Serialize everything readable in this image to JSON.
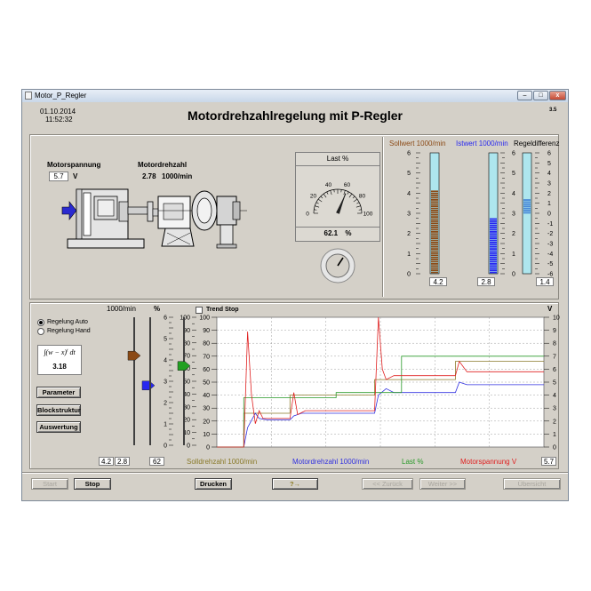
{
  "window": {
    "title": "Motor_P_Regler",
    "date": "01.10.2014",
    "time": "11:52:32",
    "title_main": "Motordrehzahlregelung mit P-Regler",
    "version": "3.5"
  },
  "motor": {
    "spannung_label": "Motorspannung",
    "spannung_value": "5.7",
    "spannung_unit": "V",
    "drehzahl_label": "Motordrehzahl",
    "drehzahl_value": "2.78",
    "drehzahl_unit": "1000/min"
  },
  "last": {
    "title": "Last %",
    "value": "62.1",
    "unit": "%",
    "scale": [
      "0",
      "20",
      "40",
      "60",
      "80",
      "100"
    ],
    "level": 62.1
  },
  "bars": {
    "sollwert": {
      "label": "Sollwert 1000/min",
      "value": "4.2",
      "level": 4.2,
      "color": "#8b4a16"
    },
    "istwert": {
      "label": "Istwert 1000/min",
      "value": "2.8",
      "level": 2.8,
      "color": "#2727f0"
    },
    "regeldiff": {
      "label": "Regeldifferenz",
      "value": "1.4",
      "level": 1.4,
      "color": "#4a8ad8"
    },
    "scale_0_6": [
      "6",
      "5",
      "4",
      "3",
      "2",
      "1",
      "0"
    ],
    "scale_pm6": [
      "6",
      "5",
      "4",
      "3",
      "2",
      "1",
      "0",
      "-1",
      "-2",
      "-3",
      "-4",
      "-5",
      "-6"
    ]
  },
  "control": {
    "mode_auto": "Regelung Auto",
    "mode_hand": "Regelung Hand",
    "integral_value": "3.18",
    "btn_parameter": "Parameter",
    "btn_blockstruktur": "Blockstruktur",
    "btn_auswertung": "Auswertung",
    "unit_rpm": "1000/min",
    "unit_pct": "%",
    "unit_v": "V",
    "slider_soll": "4.2",
    "slider_ist": "2.8",
    "slider_last": "62",
    "slider_v": "5.7",
    "trend_stop": "Trend Stop",
    "scale_0_6": [
      "6",
      "5",
      "4",
      "3",
      "2",
      "1",
      "0"
    ],
    "scale_0_100": [
      "100",
      "90",
      "80",
      "70",
      "60",
      "50",
      "40",
      "30",
      "20",
      "10",
      "0"
    ],
    "scale_0_10": [
      "10",
      "9",
      "8",
      "7",
      "6",
      "5",
      "4",
      "3",
      "2",
      "1",
      "0"
    ]
  },
  "legend": {
    "soll": "Solldrehzahl 1000/min",
    "ist": "Motordrehzahl 1000/min",
    "last": "Last %",
    "spannung": "Motorspannung V"
  },
  "chart_data": {
    "type": "line",
    "ylim": [
      0,
      100
    ],
    "y2lim": [
      0,
      10
    ],
    "series": [
      {
        "name": "Solldrehzahl 1000/min",
        "color": "#8a7a2a",
        "points": [
          [
            0,
            0
          ],
          [
            7,
            0
          ],
          [
            7,
            26
          ],
          [
            19,
            26
          ],
          [
            19,
            40
          ],
          [
            41,
            40
          ],
          [
            41,
            52
          ],
          [
            62,
            52
          ],
          [
            62,
            66
          ],
          [
            85,
            66
          ]
        ]
      },
      {
        "name": "Motordrehzahl 1000/min",
        "color": "#3030e0",
        "points": [
          [
            0,
            0
          ],
          [
            7,
            0
          ],
          [
            8,
            15
          ],
          [
            10,
            26
          ],
          [
            11,
            22
          ],
          [
            13,
            21
          ],
          [
            19,
            21
          ],
          [
            20,
            24
          ],
          [
            22,
            26
          ],
          [
            41,
            26
          ],
          [
            42,
            40
          ],
          [
            44,
            45
          ],
          [
            46,
            42
          ],
          [
            62,
            42
          ],
          [
            63,
            50
          ],
          [
            65,
            48
          ],
          [
            85,
            48
          ]
        ]
      },
      {
        "name": "Last %",
        "color": "#2a9a2a",
        "points": [
          [
            0,
            0
          ],
          [
            7,
            0
          ],
          [
            7,
            38
          ],
          [
            31,
            38
          ],
          [
            31,
            42
          ],
          [
            48,
            42
          ],
          [
            48,
            70
          ],
          [
            85,
            70
          ]
        ]
      },
      {
        "name": "Motorspannung V",
        "color": "#e02020",
        "points": [
          [
            0,
            0
          ],
          [
            7,
            0
          ],
          [
            8,
            89
          ],
          [
            9,
            40
          ],
          [
            10,
            18
          ],
          [
            11,
            28
          ],
          [
            12,
            22
          ],
          [
            19,
            22
          ],
          [
            20,
            42
          ],
          [
            21,
            25
          ],
          [
            23,
            28
          ],
          [
            41,
            28
          ],
          [
            42,
            100
          ],
          [
            43,
            60
          ],
          [
            44,
            52
          ],
          [
            46,
            55
          ],
          [
            62,
            55
          ],
          [
            63,
            66
          ],
          [
            65,
            58
          ],
          [
            85,
            58
          ]
        ]
      }
    ]
  },
  "footer": {
    "start": "Start",
    "stop": "Stop",
    "drucken": "Drucken",
    "zurueck": "<< Zurück",
    "weiter": "Weiter >>",
    "uebersicht": "Übersicht"
  }
}
